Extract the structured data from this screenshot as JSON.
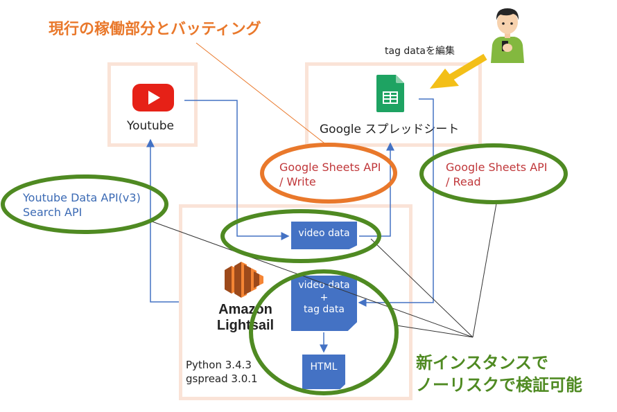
{
  "headline_orange": "現行の稼働部分とバッティング",
  "headline_green_line1": "新インスタンスで",
  "headline_green_line2": "ノーリスクで検証可能",
  "user_note": "tag dataを編集",
  "youtube": {
    "label": "Youtube"
  },
  "sheets": {
    "label": "Google スプレッドシート"
  },
  "api_write": {
    "line1": "Google Sheets API",
    "line2": "/ Write"
  },
  "api_read": {
    "line1": "Google Sheets API",
    "line2": "/ Read"
  },
  "api_youtube": {
    "line1": "Youtube Data API(v3)",
    "line2": "Search API"
  },
  "server": {
    "brand_line1": "Amazon",
    "brand_line2": "Lightsail",
    "python": "Python 3.4.3",
    "gspread": "gspread 3.0.1"
  },
  "doc_video": "video data",
  "doc_video_tag_line1": "video data",
  "doc_video_tag_line2": "+",
  "doc_video_tag_line3": "tag data",
  "doc_html": "HTML",
  "colors": {
    "orange": "#e9782b",
    "green": "#4f8a22",
    "blue": "#4472c4",
    "box_border": "#fae3d7",
    "api_red": "#c0373a"
  }
}
